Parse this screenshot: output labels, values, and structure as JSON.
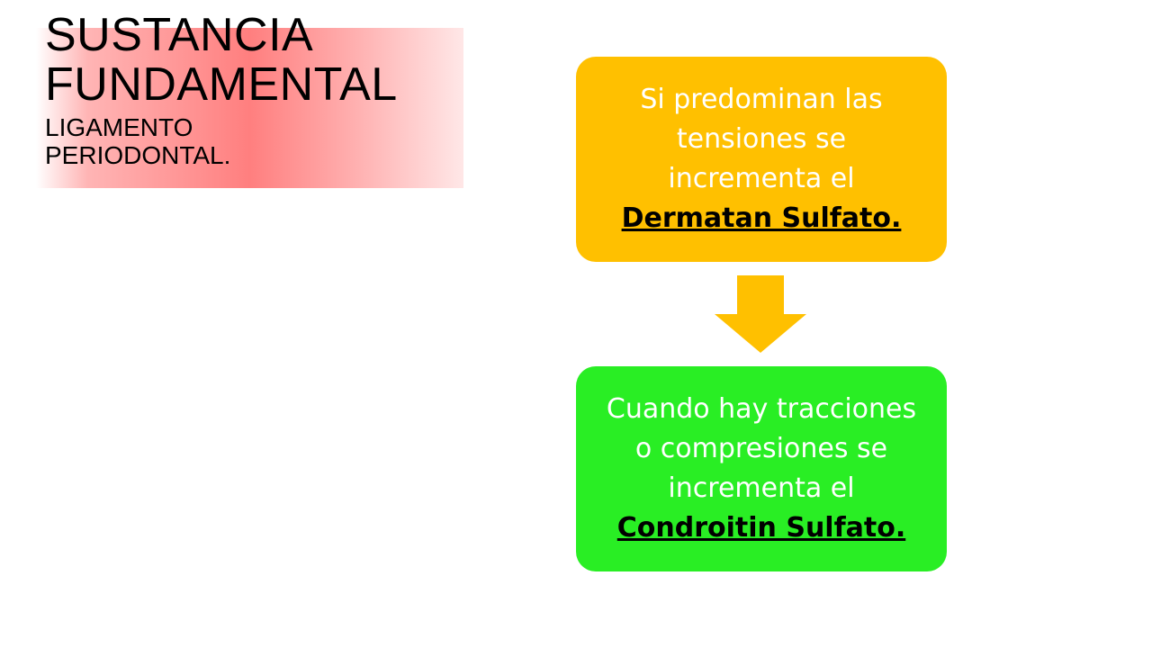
{
  "title": {
    "main_line1": "SUSTANCIA",
    "main_line2": "FUNDAMENTAL",
    "sub_line1": "LIGAMENTO",
    "sub_line2": "PERIODONTAL."
  },
  "flow": {
    "step1": {
      "text_line1": "Si predominan las",
      "text_line2": "tensiones se",
      "text_line3": "incrementa el",
      "emphasis": "Dermatan Sulfato."
    },
    "step2": {
      "text_line1": "Cuando hay tracciones",
      "text_line2": "o compresiones se",
      "text_line3": "incrementa el",
      "emphasis": "Condroitin Sulfato."
    }
  },
  "colors": {
    "step1_fill": "#ffc000",
    "step2_fill": "#29ee24",
    "arrow_fill": "#ffc000",
    "title_highlight": "#ff7878"
  },
  "icons": {
    "connector": "arrow-down-icon"
  }
}
